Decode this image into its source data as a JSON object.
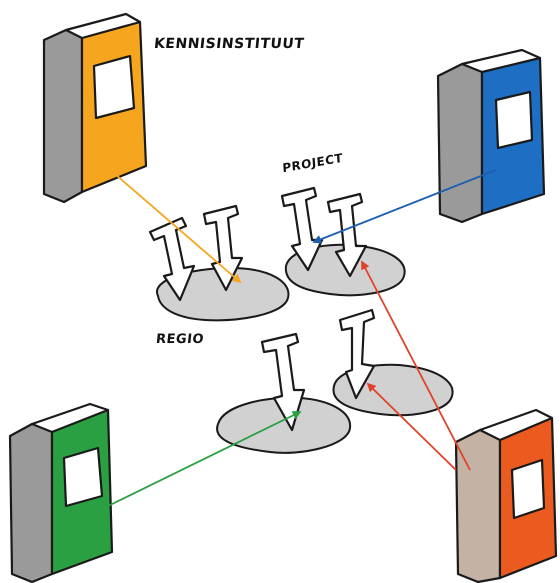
{
  "labels": {
    "kennisinstituut": "KENNISINSTITUUT",
    "project": "PROJECT",
    "regio": "REGIO"
  },
  "books": [
    {
      "name": "book-top-left",
      "color": "#F5A51E"
    },
    {
      "name": "book-top-right",
      "color": "#1E6FC4"
    },
    {
      "name": "book-bottom-left",
      "color": "#2BA042"
    },
    {
      "name": "book-bottom-right",
      "color": "#EB5A1E"
    }
  ],
  "colors": {
    "platform": "#D2D1D1",
    "outline": "#1A1A1A",
    "spine": "#9A9A9A",
    "page_white": "#FFFFFF"
  }
}
